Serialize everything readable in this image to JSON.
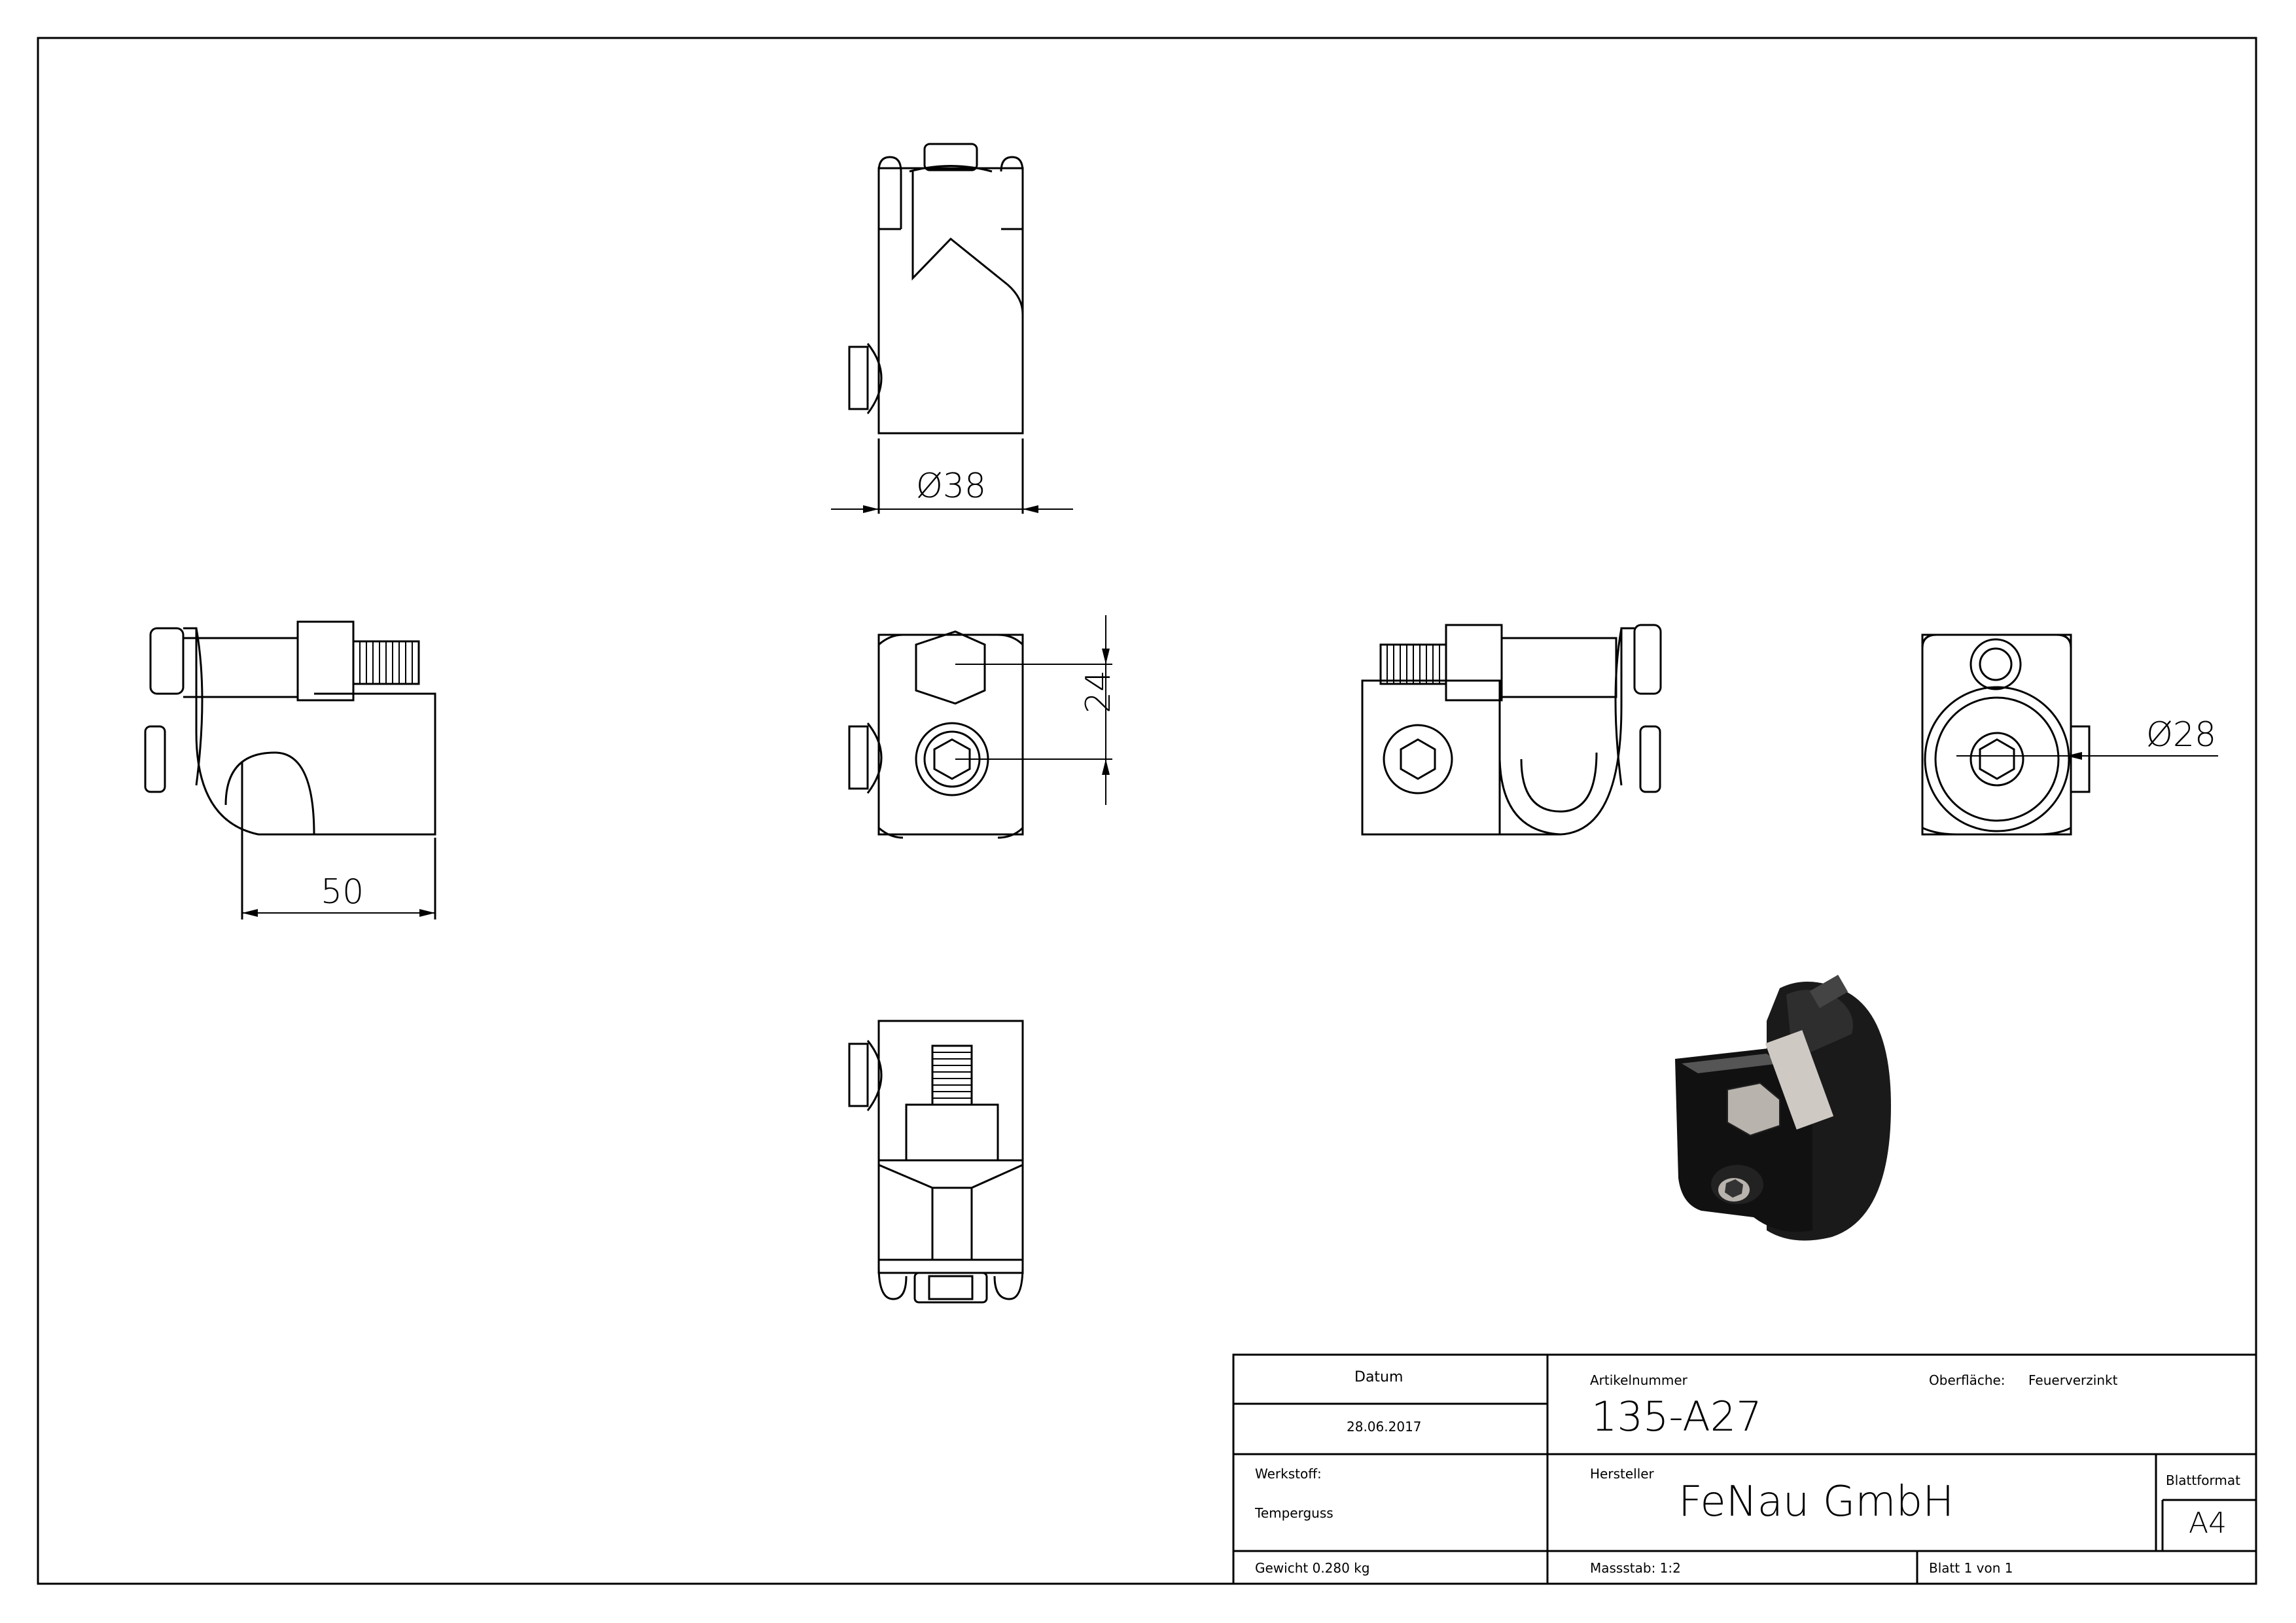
{
  "dimensions": {
    "top_view_diameter": "Ø38",
    "side_view_width": "50",
    "front_view_spacing": "24",
    "right_view_diameter": "Ø28"
  },
  "title_block": {
    "datum_label": "Datum",
    "datum_value": "28.06.2017",
    "werkstoff_label": "Werkstoff:",
    "werkstoff_value": "Temperguss",
    "gewicht": "Gewicht 0.280 kg",
    "artikelnummer_label": "Artikelnummer",
    "artikelnummer_value": "135-A27",
    "oberflaeche_label": "Oberfläche:",
    "oberflaeche_value": "Feuerverzinkt",
    "hersteller_label": "Hersteller",
    "hersteller_value": "FeNau GmbH",
    "massstab": "Massstab: 1:2",
    "blatt": "Blatt 1 von 1",
    "blattformat_label": "Blattformat",
    "blattformat_value": "A4"
  },
  "colors": {
    "line": "#000000",
    "part_dark": "#1a1a1a",
    "bolt_grey": "#b9b3ad"
  }
}
